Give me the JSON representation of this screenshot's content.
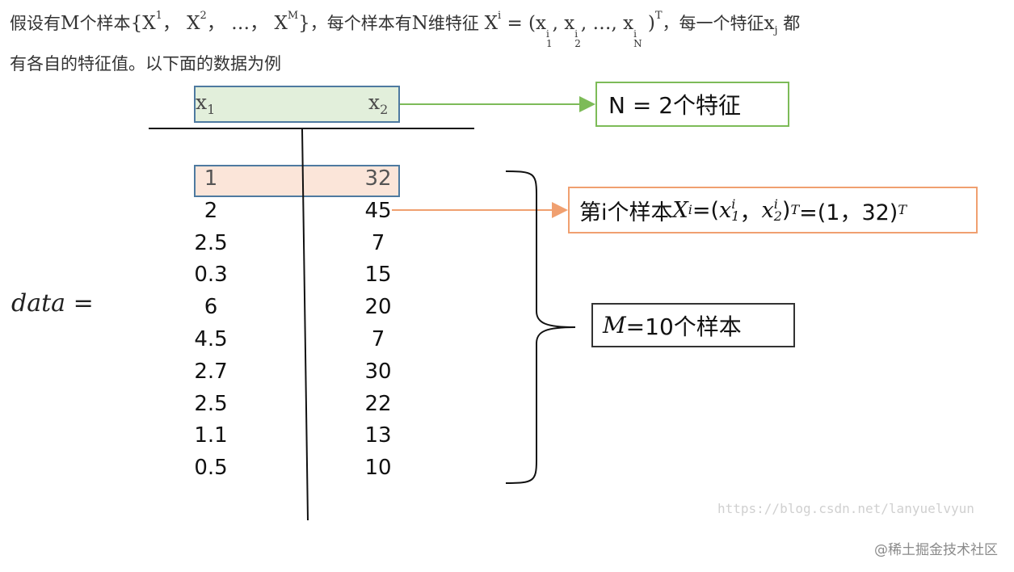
{
  "intro": {
    "p1": "假设有",
    "M": "M",
    "p2": "个样本",
    "set_open": "{X",
    "sup1": "1",
    "sep1": "， X",
    "sup2": "2",
    "sep2": "， …， X",
    "supM": "M",
    "set_close": "}",
    "p3": "，每个样本有",
    "N": "N",
    "p4": "维特征 ",
    "Xi": "X",
    "Xi_sup": "i",
    "eq": " = (x",
    "x1_sup": "i",
    "x1_sub": "1",
    "comma1": ", x",
    "x2_sup": "i",
    "x2_sub": "2",
    "comma2": ", …, x",
    "xN_sup": "i",
    "xN_sub": "N",
    "close": " )",
    "T": "T",
    "p5": "，每一个特征",
    "xj": "x",
    "xj_sub": "j",
    "p6": " 都",
    "line2": "有各自的特征值。以下面的数据为例"
  },
  "table": {
    "header": {
      "col1_base": "x",
      "col1_sub": "1",
      "col2_base": "x",
      "col2_sub": "2"
    },
    "rows": [
      [
        "1",
        "32"
      ],
      [
        "2",
        "45"
      ],
      [
        "2.5",
        "7"
      ],
      [
        "0.3",
        "15"
      ],
      [
        "6",
        "20"
      ],
      [
        "4.5",
        "7"
      ],
      [
        "2.7",
        "30"
      ],
      [
        "2.5",
        "22"
      ],
      [
        "1.1",
        "13"
      ],
      [
        "0.5",
        "10"
      ]
    ]
  },
  "data_label": "data =",
  "callouts": {
    "features": {
      "text": "N = 2个特征"
    },
    "sample": {
      "prefix": "第i个样本",
      "X": "X",
      "X_sup": "i",
      "eq": "=(",
      "x1": "x",
      "x1_sup": "i",
      "x1_sub": "1",
      "sep": "，",
      "x2": "x",
      "x2_sup": "i",
      "x2_sub": "2",
      "close": ")",
      "T": "T",
      "eq2": "=(1，32)",
      "T2": "T"
    },
    "samples": {
      "M": "M",
      "text": " =10个样本"
    }
  },
  "colors": {
    "header_fill": "#e2efdb",
    "header_border": "#4e7aa0",
    "row_fill": "#fbe5d9",
    "green_arrow": "#7dbb58",
    "orange_arrow": "#f0a070"
  },
  "watermark": "https://blog.csdn.net/lanyuelvyun",
  "footer": "@稀土掘金技术社区"
}
